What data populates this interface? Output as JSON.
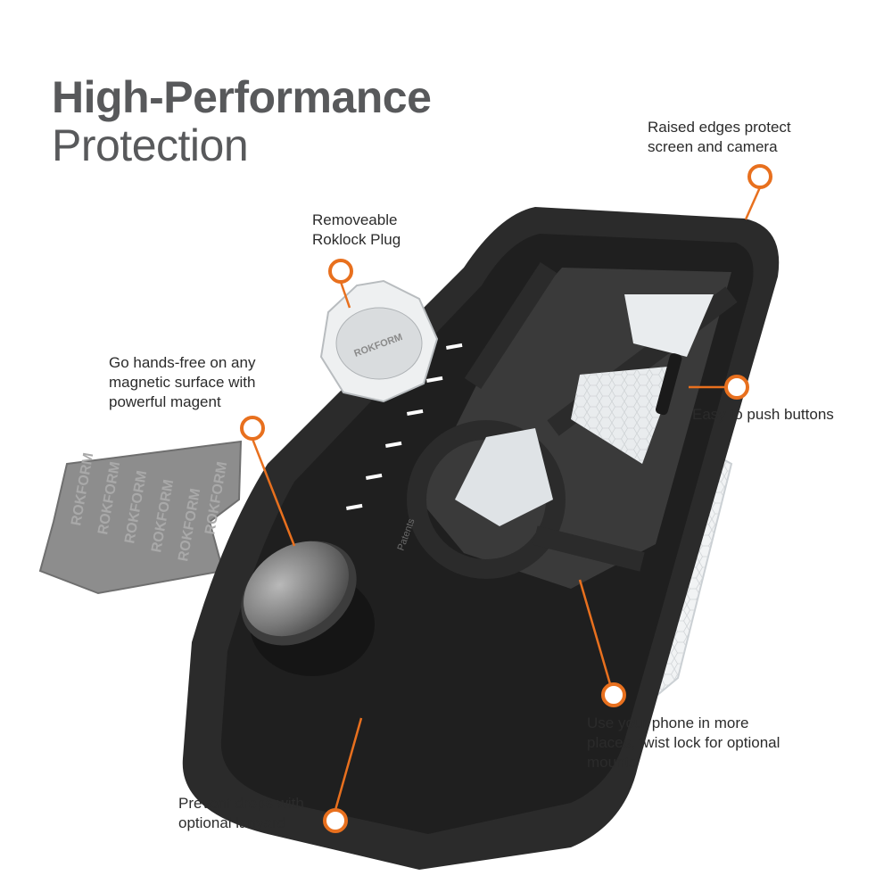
{
  "title": {
    "line1": "High-Performance",
    "line2": "Protection"
  },
  "callouts": {
    "raised_edges": [
      "Raised edges protect",
      "screen and camera"
    ],
    "roklock_plug": [
      "Removeable",
      "Roklock Plug"
    ],
    "magnetic": [
      "Go hands-free on any",
      "magnetic surface with",
      "powerful magent"
    ],
    "buttons": [
      "Easy to push buttons"
    ],
    "twist_lock": [
      "Use your phone in more",
      "places, twist lock for optional",
      "mounts"
    ],
    "lanyard": [
      "Prevent drops with",
      "optional lanyard"
    ]
  },
  "brand_text": "ROKFORM",
  "case_label": "Patents",
  "colors": {
    "accent": "#e8701e",
    "case": "#2b2b2b",
    "title": "#58595b"
  }
}
